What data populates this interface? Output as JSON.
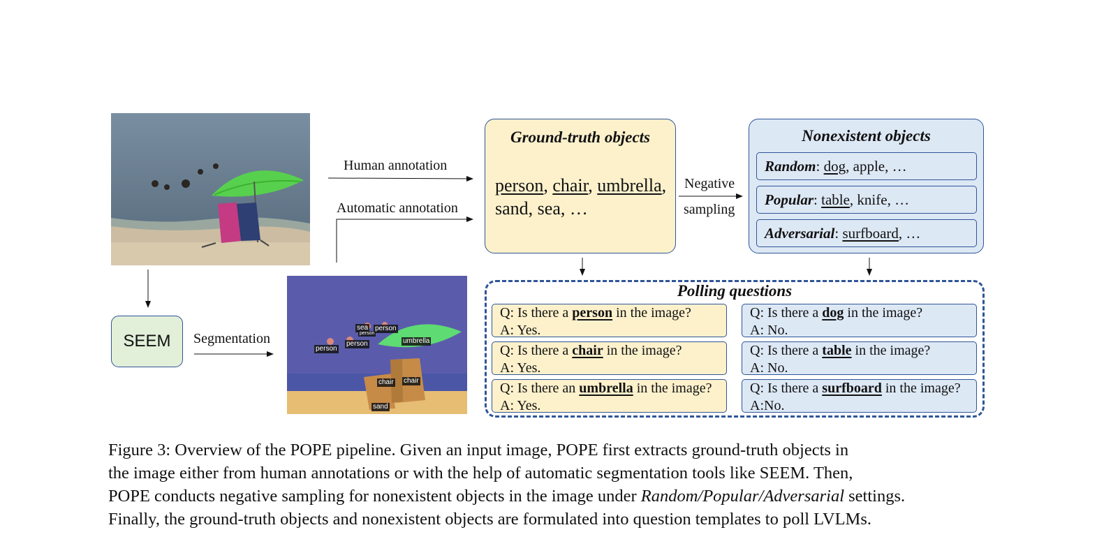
{
  "arrows": {
    "human_annotation": "Human annotation",
    "automatic_annotation": "Automatic annotation",
    "negative_sampling_1": "Negative",
    "negative_sampling_2": "sampling",
    "segmentation": "Segmentation"
  },
  "seem_label": "SEEM",
  "ground_truth": {
    "title": "Ground-truth objects",
    "objects": [
      "person",
      "chair",
      "umbrella"
    ],
    "line2": "sand, sea, …"
  },
  "nonexistent": {
    "title": "Nonexistent objects",
    "settings": [
      {
        "name": "Random",
        "underlined": "dog",
        "rest": ", apple, …"
      },
      {
        "name": "Popular",
        "underlined": "table",
        "rest": ", knife, …"
      },
      {
        "name": "Adversarial",
        "underlined": "surfboard",
        "rest": ", …"
      }
    ]
  },
  "polling": {
    "title": "Polling questions",
    "yes_questions": [
      {
        "pre": "Q: Is there a ",
        "object": "person",
        "post": " in the image?",
        "answer": "A: Yes."
      },
      {
        "pre": "Q: Is there a ",
        "object": "chair",
        "post": " in the image?",
        "answer": "A: Yes."
      },
      {
        "pre": "Q: Is there an ",
        "object": "umbrella",
        "post": " in the image?",
        "answer": "A: Yes."
      }
    ],
    "no_questions": [
      {
        "pre": "Q: Is there a ",
        "object": "dog",
        "post": " in the image?",
        "answer": "A: No."
      },
      {
        "pre": "Q: Is there a ",
        "object": "table",
        "post": " in the image?",
        "answer": "A: No."
      },
      {
        "pre": "Q: Is there a ",
        "object": "surfboard",
        "post": " in the image?",
        "answer": "A:No."
      }
    ]
  },
  "segmentation_labels": {
    "sea": "sea",
    "person_a": "person",
    "person_b": "person",
    "person_c": "person",
    "person_d": "person",
    "umbrella": "umbrella",
    "chair_a": "chair",
    "chair_b": "chair",
    "sand": "sand"
  },
  "caption": {
    "line1": "Figure 3: Overview of the POPE pipeline. Given an input image, POPE first extracts ground-truth objects in",
    "line2": "the image either from human annotations or with the help of automatic segmentation tools like SEEM. Then,",
    "line3_a": "POPE conducts negative sampling for nonexistent objects in the image under ",
    "line3_italic": "Random/Popular/Adversarial",
    "line3_b": " settings.",
    "line4": "Finally, the ground-truth objects and nonexistent objects are formulated into question templates to poll LVLMs."
  },
  "colors": {
    "ground_truth_fill": "#fdf1cc",
    "nonexistent_fill": "#dde8f5",
    "seem_fill": "#e2efd9",
    "border": "#2f5597"
  }
}
